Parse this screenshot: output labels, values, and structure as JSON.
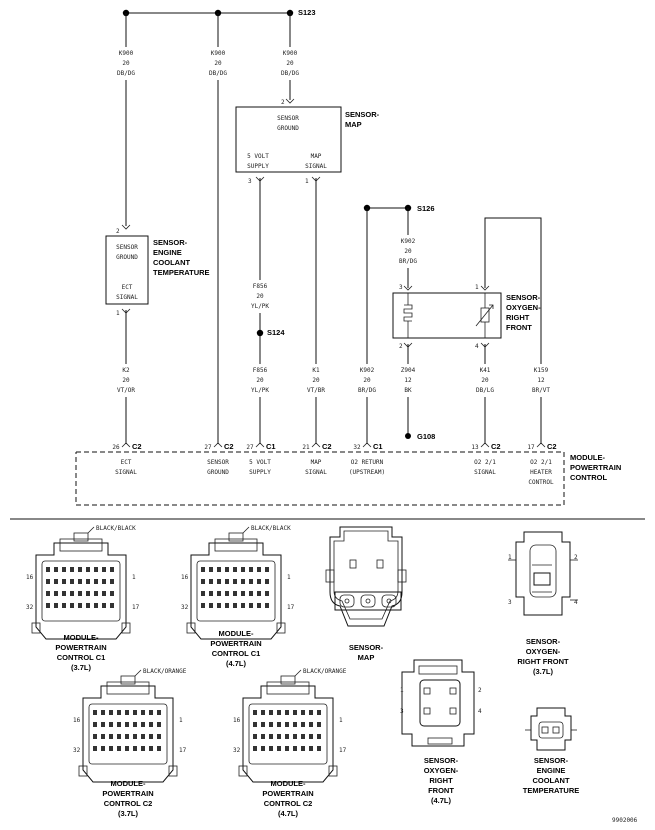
{
  "splices": {
    "s123": "S123",
    "s124": "S124",
    "s126": "S126",
    "ground": "G108"
  },
  "wires": {
    "k900a": [
      "K900",
      "20",
      "DB/DG"
    ],
    "k900b": [
      "K900",
      "20",
      "DB/DG"
    ],
    "k900c": [
      "K900",
      "20",
      "DB/DG"
    ],
    "k2": [
      "K2",
      "20",
      "VT/OR"
    ],
    "f856a": [
      "F856",
      "20",
      "YL/PK"
    ],
    "f856b": [
      "F856",
      "20",
      "YL/PK"
    ],
    "k1": [
      "K1",
      "20",
      "VT/BR"
    ],
    "k902a": [
      "K902",
      "20",
      "BR/DG"
    ],
    "k902b": [
      "K902",
      "20",
      "BR/DG"
    ],
    "z904": [
      "Z904",
      "12",
      "BK"
    ],
    "k41": [
      "K41",
      "20",
      "DB/LG"
    ],
    "k159": [
      "K159",
      "12",
      "BR/VT"
    ]
  },
  "components": {
    "map": {
      "title": [
        "SENSOR-",
        "MAP"
      ],
      "ground": [
        "SENSOR",
        "GROUND"
      ],
      "supply": [
        "5 VOLT",
        "SUPPLY"
      ],
      "signal": [
        "MAP",
        "SIGNAL"
      ]
    },
    "ect": {
      "title": [
        "SENSOR-",
        "ENGINE",
        "COOLANT",
        "TEMPERATURE"
      ],
      "ground": [
        "SENSOR",
        "GROUND"
      ],
      "signal": [
        "ECT",
        "SIGNAL"
      ]
    },
    "o2": {
      "title": [
        "SENSOR-",
        "OXYGEN-",
        "RIGHT",
        "FRONT"
      ]
    },
    "pcm": {
      "title": [
        "MODULE-",
        "POWERTRAIN",
        "CONTROL"
      ]
    }
  },
  "pins": {
    "map_top": "2",
    "map_l": "3",
    "map_r": "1",
    "ect_top": "2",
    "ect_bot": "1",
    "o2_3": "3",
    "o2_1": "1",
    "o2_2": "2",
    "o2_4": "4"
  },
  "pcm_pins": [
    {
      "num": "26",
      "conn": "C2",
      "label": [
        "ECT",
        "SIGNAL"
      ]
    },
    {
      "num": "27",
      "conn": "C2",
      "label": [
        "SENSOR",
        "GROUND"
      ]
    },
    {
      "num": "27",
      "conn": "C1",
      "label": [
        "5 VOLT",
        "SUPPLY"
      ]
    },
    {
      "num": "21",
      "conn": "C2",
      "label": [
        "MAP",
        "SIGNAL"
      ]
    },
    {
      "num": "32",
      "conn": "C1",
      "label": [
        "O2 RETURN",
        "(UPSTREAM)"
      ]
    },
    {
      "num": "13",
      "conn": "C2",
      "label": [
        "O2 2/1",
        "SIGNAL"
      ]
    },
    {
      "num": "17",
      "conn": "C2",
      "label": [
        "O2 2/1",
        "HEATER",
        "CONTROL"
      ]
    }
  ],
  "connector_views": {
    "pcm_c1_37": {
      "color": "BLACK/BLACK",
      "title": [
        "MODULE-",
        "POWERTRAIN",
        "CONTROL C1",
        "(3.7L)"
      ],
      "pins": [
        "16",
        "1",
        "32",
        "17"
      ]
    },
    "pcm_c1_47": {
      "color": "BLACK/BLACK",
      "title": [
        "MODULE-",
        "POWERTRAIN",
        "CONTROL C1",
        "(4.7L)"
      ],
      "pins": [
        "16",
        "1",
        "32",
        "17"
      ]
    },
    "map": {
      "title": [
        "SENSOR-",
        "MAP"
      ]
    },
    "o2_37": {
      "title": [
        "SENSOR-",
        "OXYGEN-",
        "RIGHT FRONT",
        "(3.7L)"
      ],
      "pins": [
        "1",
        "2",
        "3",
        "4"
      ]
    },
    "pcm_c2_37": {
      "color": "BLACK/ORANGE",
      "title": [
        "MODULE-",
        "POWERTRAIN",
        "CONTROL C2",
        "(3.7L)"
      ],
      "pins": [
        "16",
        "1",
        "32",
        "17"
      ]
    },
    "pcm_c2_47": {
      "color": "BLACK/ORANGE",
      "title": [
        "MODULE-",
        "POWERTRAIN",
        "CONTROL C2",
        "(4.7L)"
      ],
      "pins": [
        "16",
        "1",
        "32",
        "17"
      ]
    },
    "o2_47": {
      "title": [
        "SENSOR-",
        "OXYGEN-",
        "RIGHT",
        "FRONT",
        "(4.7L)"
      ],
      "pins": [
        "1",
        "2",
        "3",
        "4"
      ]
    },
    "ect": {
      "title": [
        "SENSOR-",
        "ENGINE",
        "COOLANT",
        "TEMPERATURE"
      ]
    }
  },
  "figure_id": "9902006"
}
